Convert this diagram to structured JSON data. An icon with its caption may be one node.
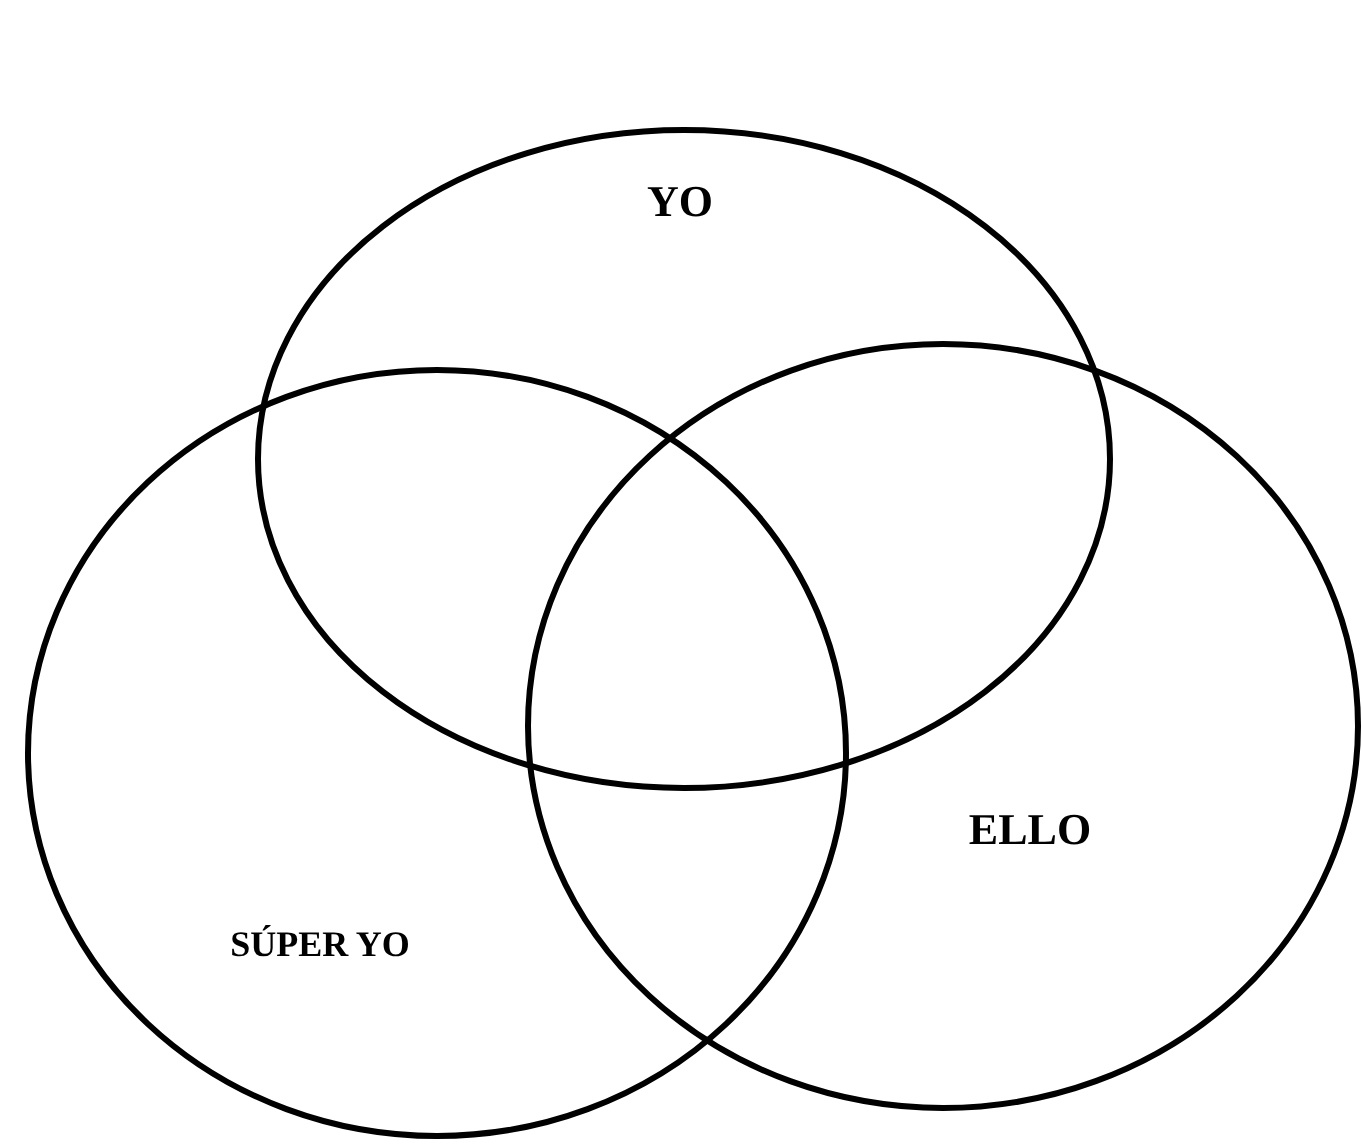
{
  "diagram": {
    "nodes": [
      {
        "text": [
          "YO"
        ]
      },
      {
        "text": [
          "SÚPER YO"
        ]
      },
      {
        "text": [
          "ELLO"
        ]
      }
    ]
  }
}
